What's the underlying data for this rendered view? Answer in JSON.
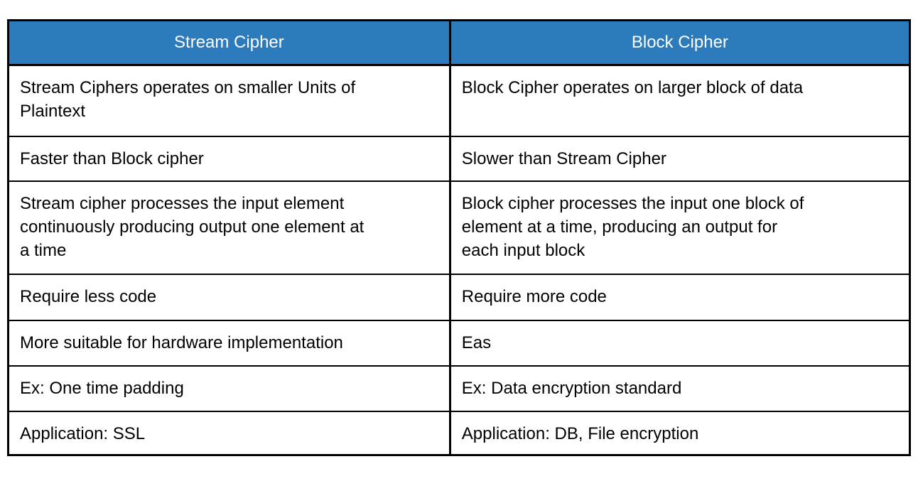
{
  "table": {
    "title": "stream-vs-block-cipher-comparison",
    "header": {
      "col1": "Stream Cipher",
      "col2": "Block Cipher",
      "bg_color": "#2b7bbd",
      "text_color": "#ffffff",
      "border_color": "#000000"
    },
    "rows": [
      {
        "stream": "Stream Ciphers operates on smaller Units of\nPlaintext",
        "block": "Block Cipher operates on larger block of data"
      },
      {
        "stream": "Faster than Block cipher",
        "block": "Slower than Stream Cipher"
      },
      {
        "stream": "Stream cipher processes the input element\ncontinuously producing output one element at\na time",
        "block": "Block cipher processes the input one block of\nelement at a time, producing an output for\neach input block"
      },
      {
        "stream": "Require less code",
        "block": "Require more code"
      },
      {
        "stream": "More suitable for hardware implementation",
        "block": "Eas"
      },
      {
        "stream": "Ex: One time padding",
        "block": "Ex: Data encryption standard"
      },
      {
        "stream": "Application: SSL",
        "block": "Application: DB, File encryption"
      }
    ]
  }
}
